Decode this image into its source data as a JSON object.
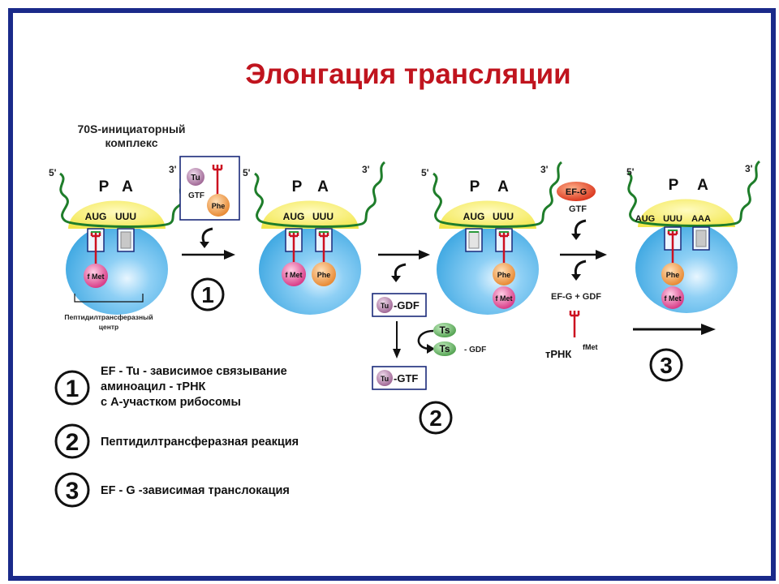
{
  "title": "Элонгация трансляции",
  "initiator_label": [
    "70S-инициаторный",
    "комплекс"
  ],
  "ptc_label": [
    "Пептидилтрансферазный",
    "центр"
  ],
  "site_p": "P",
  "site_a": "A",
  "end5": "5'",
  "end3": "3'",
  "codon_aug": "AUG",
  "codon_uuu": "UUU",
  "codon_aaa": "AAA",
  "fmet": "f Met",
  "phe": "Phe",
  "tu": "Tu",
  "gtf": "GTF",
  "gdf_suffix": "-GDF",
  "gtf_suffix": "-GTF",
  "ts": "Ts",
  "minus_gdf": "- GDF",
  "efg": "EF-G",
  "efg_gdf": "EF-G + GDF",
  "trna": "тРНК",
  "trna_sup": "fMet",
  "step_numbers": [
    "1",
    "2",
    "3"
  ],
  "legend": [
    {
      "num": "1",
      "lines": [
        "EF - Tu - зависимое связывание",
        "аминоацил - тРНК",
        "с А-участком рибосомы"
      ]
    },
    {
      "num": "2",
      "lines": [
        "Пептидилтрансферазная реакция"
      ]
    },
    {
      "num": "3",
      "lines": [
        "EF - G -зависимая транслокация"
      ]
    }
  ],
  "colors": {
    "frame": "#1a2a8a",
    "title": "#c0141e",
    "ribosome_large": "#52b6ea",
    "ribosome_small": "#f6ee60",
    "mrna": "#1e7d2a",
    "trna": "#cc1020",
    "fmet": "#e8559a",
    "phe": "#f0a050",
    "tu": "#b880a8",
    "ts": "#5aa858",
    "efg": "#e04020"
  }
}
